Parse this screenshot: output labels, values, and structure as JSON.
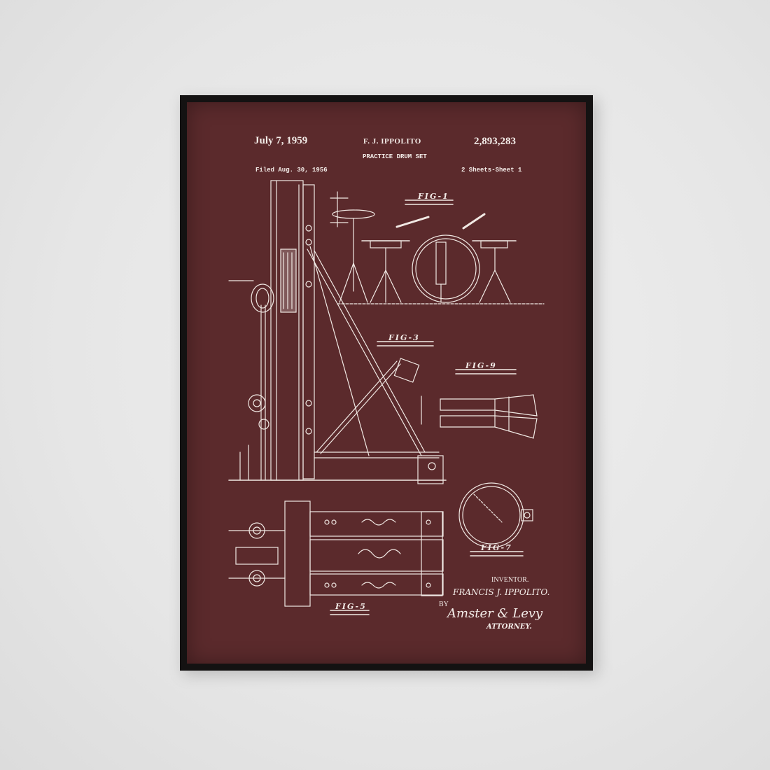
{
  "patent": {
    "date": "July 7, 1959",
    "inventor_header": "F. J. IPPOLITO",
    "number": "2,893,283",
    "title": "PRACTICE DRUM SET",
    "filed": "Filed Aug. 30, 1956",
    "sheets": "2 Sheets-Sheet 1"
  },
  "figures": {
    "fig1": "FIG-1",
    "fig3": "FIG-3",
    "fig9": "FIG-9",
    "fig7": "FIG-7",
    "fig5": "FIG-5"
  },
  "labels": {
    "inventor": "INVENTOR.",
    "inventor_name": "FRANCIS J. IPPOLITO.",
    "by": "BY",
    "attorney_sig": "Amster & Levy",
    "attorney": "ATTORNEY."
  },
  "colors": {
    "background_wall": "#e6e6e6",
    "frame": "#141212",
    "paper": "#5b2a2c",
    "ink": "#f1e9e4"
  }
}
